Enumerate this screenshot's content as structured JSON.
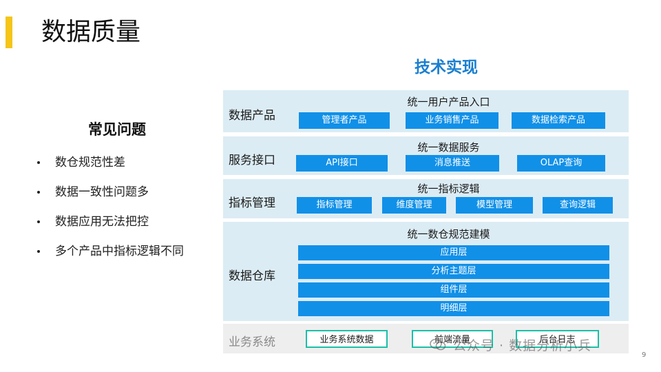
{
  "slide": {
    "title": "数据质量",
    "tech_title": "技术实现",
    "page_number": "9",
    "accent_color": "#f5c518",
    "brand_blue": "#1190e8"
  },
  "issues": {
    "heading": "常见问题",
    "items": [
      "数仓规范性差",
      "数据一致性问题多",
      "数据应用无法把控",
      "多个产品中指标逻辑不同"
    ]
  },
  "architecture": {
    "data_products": {
      "label": "数据产品",
      "subtitle": "统一用户产品入口",
      "chips": [
        "管理者产品",
        "业务销售产品",
        "数据检索产品"
      ]
    },
    "service_interface": {
      "label": "服务接口",
      "subtitle": "统一数据服务",
      "chips": [
        "API接口",
        "消息推送",
        "OLAP查询"
      ]
    },
    "metric_management": {
      "label": "指标管理",
      "subtitle": "统一指标逻辑",
      "chips": [
        "指标管理",
        "维度管理",
        "模型管理",
        "查询逻辑"
      ]
    },
    "data_warehouse": {
      "label": "数据仓库",
      "subtitle": "统一数仓规范建模",
      "bars": [
        "应用层",
        "分析主题层",
        "组件层",
        "明细层"
      ]
    },
    "business_systems": {
      "label": "业务系统",
      "chips": [
        "业务系统数据",
        "前端流量",
        "后台日志"
      ]
    }
  },
  "watermark": {
    "text": "公众号 · 数据分析小兵",
    "icon": "wechat-icon"
  }
}
